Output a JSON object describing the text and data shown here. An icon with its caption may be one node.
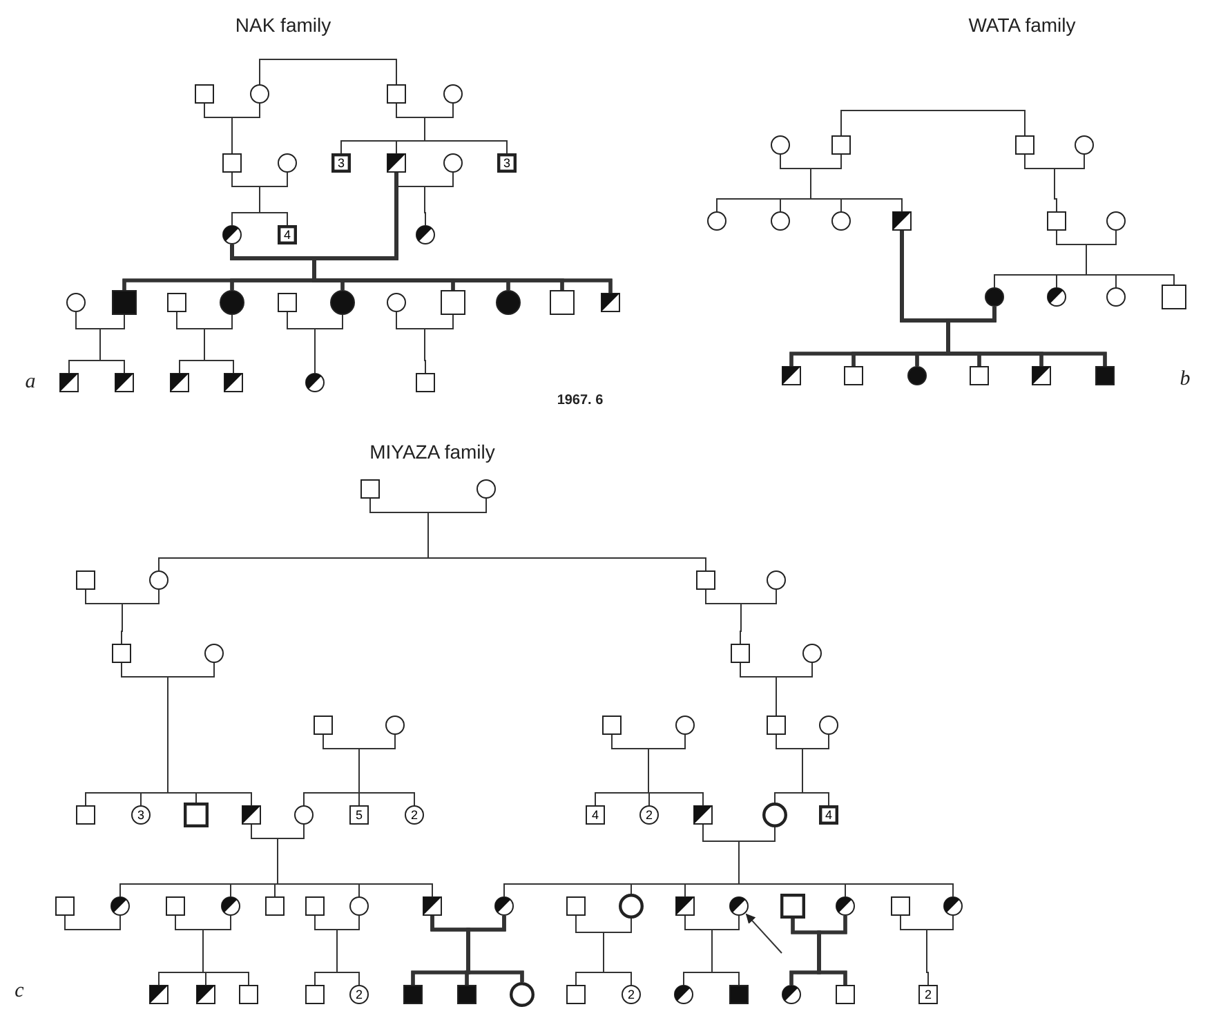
{
  "diagram": {
    "nodes": [
      {
        "text": [],
        "shape": "box"
      },
      {
        "text": [],
        "shape": "circle"
      },
      {
        "text": [],
        "shape": "box"
      },
      {
        "text": [],
        "shape": "circle"
      },
      {
        "text": [],
        "shape": "box"
      },
      {
        "text": [],
        "shape": "circle"
      },
      {
        "text": [
          "3"
        ]
      },
      {
        "text": [],
        "shape": "box"
      },
      {
        "text": [],
        "shape": "circle"
      },
      {
        "text": [
          "3"
        ]
      },
      {
        "text": [],
        "shape": "circle"
      },
      {
        "text": [
          "4"
        ]
      },
      {
        "text": [],
        "shape": "circle"
      },
      {
        "text": [],
        "shape": "circle"
      },
      {
        "text": [],
        "shape": "box"
      },
      {
        "text": [],
        "shape": "box"
      },
      {
        "text": [],
        "shape": "circle"
      },
      {
        "text": [],
        "shape": "box"
      },
      {
        "text": [],
        "shape": "circle"
      },
      {
        "text": [],
        "shape": "circle"
      },
      {
        "text": [],
        "shape": "box"
      },
      {
        "text": [],
        "shape": "circle"
      },
      {
        "text": [],
        "shape": "box"
      },
      {
        "text": [],
        "shape": "box"
      },
      {
        "text": [],
        "shape": "box"
      },
      {
        "text": [],
        "shape": "box"
      },
      {
        "text": [],
        "shape": "box"
      },
      {
        "text": [],
        "shape": "box"
      },
      {
        "text": [],
        "shape": "circle"
      },
      {
        "text": [],
        "shape": "box"
      },
      {
        "text": [],
        "shape": "circle"
      },
      {
        "text": [],
        "shape": "box"
      },
      {
        "text": [],
        "shape": "box"
      },
      {
        "text": [],
        "shape": "circle"
      },
      {
        "text": [],
        "shape": "circle"
      },
      {
        "text": [],
        "shape": "circle"
      },
      {
        "text": [],
        "shape": "circle"
      },
      {
        "text": [],
        "shape": "box"
      },
      {
        "text": [],
        "shape": "box"
      },
      {
        "text": [],
        "shape": "circle"
      },
      {
        "text": [],
        "shape": "circle"
      },
      {
        "text": [],
        "shape": "circle"
      },
      {
        "text": [],
        "shape": "circle"
      },
      {
        "text": [],
        "shape": "box"
      },
      {
        "text": [],
        "shape": "box"
      },
      {
        "text": [],
        "shape": "box"
      },
      {
        "text": [],
        "shape": "circle"
      },
      {
        "text": [],
        "shape": "box"
      },
      {
        "text": [],
        "shape": "box"
      },
      {
        "text": [],
        "shape": "box"
      },
      {
        "text": [],
        "shape": "box"
      },
      {
        "text": [],
        "shape": "circle"
      },
      {
        "text": [],
        "shape": "box"
      },
      {
        "text": [],
        "shape": "circle"
      },
      {
        "text": [],
        "shape": "box"
      },
      {
        "text": [],
        "shape": "circle"
      },
      {
        "text": [],
        "shape": "box"
      },
      {
        "text": [],
        "shape": "circle"
      },
      {
        "text": [],
        "shape": "box"
      },
      {
        "text": [],
        "shape": "circle"
      },
      {
        "text": [],
        "shape": "box"
      },
      {
        "text": [],
        "shape": "circle"
      },
      {
        "text": [],
        "shape": "box"
      },
      {
        "text": [],
        "shape": "circle"
      },
      {
        "text": [],
        "shape": "box"
      },
      {
        "text": [],
        "shape": "circle"
      },
      {
        "text": [],
        "shape": "box"
      },
      {
        "text": [
          "3"
        ]
      },
      {
        "text": [],
        "shape": "box"
      },
      {
        "text": [],
        "shape": "box"
      },
      {
        "text": [],
        "shape": "circle"
      },
      {
        "text": [
          "5"
        ]
      },
      {
        "text": [
          "2"
        ]
      },
      {
        "text": [
          "4"
        ]
      },
      {
        "text": [
          "2"
        ]
      },
      {
        "text": [],
        "shape": "box"
      },
      {
        "text": [],
        "shape": "circle"
      },
      {
        "text": [
          "4"
        ]
      },
      {
        "text": [],
        "shape": "box"
      },
      {
        "text": [],
        "shape": "circle"
      },
      {
        "text": [],
        "shape": "box"
      },
      {
        "text": [],
        "shape": "circle"
      },
      {
        "text": [],
        "shape": "box"
      },
      {
        "text": [],
        "shape": "box"
      },
      {
        "text": [],
        "shape": "circle"
      },
      {
        "text": [],
        "shape": "box"
      },
      {
        "text": [],
        "shape": "circle"
      },
      {
        "text": [],
        "shape": "box"
      },
      {
        "text": [],
        "shape": "circle"
      },
      {
        "text": [],
        "shape": "box"
      },
      {
        "text": [],
        "shape": "circle"
      },
      {
        "text": [],
        "shape": "box"
      },
      {
        "text": [],
        "shape": "circle"
      },
      {
        "text": [],
        "shape": "box"
      },
      {
        "text": [],
        "shape": "circle"
      },
      {
        "text": [],
        "shape": "box"
      },
      {
        "text": [],
        "shape": "box"
      },
      {
        "text": [],
        "shape": "box"
      },
      {
        "text": [],
        "shape": "box"
      },
      {
        "text": [
          "2"
        ]
      },
      {
        "text": [],
        "shape": "box"
      },
      {
        "text": [],
        "shape": "box"
      },
      {
        "text": [],
        "shape": "circle"
      },
      {
        "text": [],
        "shape": "box"
      },
      {
        "text": [
          "2"
        ]
      },
      {
        "text": [],
        "shape": "circle"
      },
      {
        "text": [],
        "shape": "box"
      },
      {
        "text": [],
        "shape": "circle"
      },
      {
        "text": [],
        "shape": "box"
      },
      {
        "text": [
          "2"
        ]
      }
    ],
    "edges": [
      {
        "from": 1,
        "to": 2,
        "arrow": "none"
      },
      {
        "from": 0,
        "to": 4,
        "arrow": "none"
      },
      {
        "from": 1,
        "to": 4,
        "arrow": "none"
      },
      {
        "from": 2,
        "to": 6,
        "arrow": "none"
      },
      {
        "from": 3,
        "to": 6,
        "arrow": "none"
      },
      {
        "from": 2,
        "to": 7,
        "arrow": "none"
      },
      {
        "from": 3,
        "to": 7,
        "arrow": "none"
      },
      {
        "from": 2,
        "to": 9,
        "arrow": "none"
      },
      {
        "from": 3,
        "to": 9,
        "arrow": "none"
      },
      {
        "from": 4,
        "to": 10,
        "arrow": "none"
      },
      {
        "from": 5,
        "to": 10,
        "arrow": "none"
      },
      {
        "from": 4,
        "to": 11,
        "arrow": "none"
      },
      {
        "from": 5,
        "to": 11,
        "arrow": "none"
      },
      {
        "from": 7,
        "to": 12,
        "arrow": "none"
      },
      {
        "from": 8,
        "to": 12,
        "arrow": "none"
      },
      {
        "from": 7,
        "to": 14,
        "arrow": "none",
        "style": "thick"
      },
      {
        "from": 10,
        "to": 14,
        "arrow": "none",
        "style": "thick"
      },
      {
        "from": 7,
        "to": 16,
        "arrow": "none",
        "style": "thick"
      },
      {
        "from": 10,
        "to": 16,
        "arrow": "none",
        "style": "thick"
      },
      {
        "from": 7,
        "to": 18,
        "arrow": "none",
        "style": "thick"
      },
      {
        "from": 10,
        "to": 18,
        "arrow": "none",
        "style": "thick"
      },
      {
        "from": 7,
        "to": 20,
        "arrow": "none",
        "style": "thick"
      },
      {
        "from": 10,
        "to": 20,
        "arrow": "none",
        "style": "thick"
      },
      {
        "from": 7,
        "to": 21,
        "arrow": "none",
        "style": "thick"
      },
      {
        "from": 10,
        "to": 21,
        "arrow": "none",
        "style": "thick"
      },
      {
        "from": 7,
        "to": 22,
        "arrow": "none",
        "style": "thick"
      },
      {
        "from": 10,
        "to": 22,
        "arrow": "none",
        "style": "thick"
      },
      {
        "from": 7,
        "to": 23,
        "arrow": "none",
        "style": "thick"
      },
      {
        "from": 10,
        "to": 23,
        "arrow": "none",
        "style": "thick"
      },
      {
        "from": 13,
        "to": 24,
        "arrow": "none"
      },
      {
        "from": 14,
        "to": 24,
        "arrow": "none"
      },
      {
        "from": 13,
        "to": 25,
        "arrow": "none"
      },
      {
        "from": 14,
        "to": 25,
        "arrow": "none"
      },
      {
        "from": 15,
        "to": 26,
        "arrow": "none"
      },
      {
        "from": 16,
        "to": 26,
        "arrow": "none"
      },
      {
        "from": 15,
        "to": 27,
        "arrow": "none"
      },
      {
        "from": 16,
        "to": 27,
        "arrow": "none"
      },
      {
        "from": 17,
        "to": 28,
        "arrow": "none"
      },
      {
        "from": 18,
        "to": 28,
        "arrow": "none"
      },
      {
        "from": 19,
        "to": 29,
        "arrow": "none"
      },
      {
        "from": 20,
        "to": 29,
        "arrow": "none"
      },
      {
        "from": 31,
        "to": 32,
        "arrow": "none"
      },
      {
        "from": 30,
        "to": 34,
        "arrow": "none"
      },
      {
        "from": 31,
        "to": 34,
        "arrow": "none"
      },
      {
        "from": 30,
        "to": 35,
        "arrow": "none"
      },
      {
        "from": 31,
        "to": 35,
        "arrow": "none"
      },
      {
        "from": 30,
        "to": 36,
        "arrow": "none"
      },
      {
        "from": 31,
        "to": 36,
        "arrow": "none"
      },
      {
        "from": 30,
        "to": 37,
        "arrow": "none"
      },
      {
        "from": 31,
        "to": 37,
        "arrow": "none"
      },
      {
        "from": 32,
        "to": 38,
        "arrow": "none"
      },
      {
        "from": 33,
        "to": 38,
        "arrow": "none"
      },
      {
        "from": 38,
        "to": 40,
        "arrow": "none"
      },
      {
        "from": 39,
        "to": 40,
        "arrow": "none"
      },
      {
        "from": 38,
        "to": 41,
        "arrow": "none"
      },
      {
        "from": 39,
        "to": 41,
        "arrow": "none"
      },
      {
        "from": 38,
        "to": 42,
        "arrow": "none"
      },
      {
        "from": 39,
        "to": 42,
        "arrow": "none"
      },
      {
        "from": 38,
        "to": 43,
        "arrow": "none"
      },
      {
        "from": 39,
        "to": 43,
        "arrow": "none"
      },
      {
        "from": 37,
        "to": 44,
        "arrow": "none",
        "style": "thick"
      },
      {
        "from": 40,
        "to": 44,
        "arrow": "none",
        "style": "thick"
      },
      {
        "from": 37,
        "to": 45,
        "arrow": "none",
        "style": "thick"
      },
      {
        "from": 40,
        "to": 45,
        "arrow": "none",
        "style": "thick"
      },
      {
        "from": 37,
        "to": 46,
        "arrow": "none",
        "style": "thick"
      },
      {
        "from": 40,
        "to": 46,
        "arrow": "none",
        "style": "thick"
      },
      {
        "from": 37,
        "to": 47,
        "arrow": "none",
        "style": "thick"
      },
      {
        "from": 40,
        "to": 47,
        "arrow": "none",
        "style": "thick"
      },
      {
        "from": 37,
        "to": 48,
        "arrow": "none",
        "style": "thick"
      },
      {
        "from": 40,
        "to": 48,
        "arrow": "none",
        "style": "thick"
      },
      {
        "from": 37,
        "to": 49,
        "arrow": "none",
        "style": "thick"
      },
      {
        "from": 40,
        "to": 49,
        "arrow": "none",
        "style": "thick"
      },
      {
        "from": 50,
        "to": 53,
        "arrow": "none"
      },
      {
        "from": 51,
        "to": 53,
        "arrow": "none"
      },
      {
        "from": 50,
        "to": 54,
        "arrow": "none"
      },
      {
        "from": 51,
        "to": 54,
        "arrow": "none"
      },
      {
        "from": 52,
        "to": 56,
        "arrow": "none"
      },
      {
        "from": 53,
        "to": 56,
        "arrow": "none"
      },
      {
        "from": 54,
        "to": 58,
        "arrow": "none"
      },
      {
        "from": 55,
        "to": 58,
        "arrow": "none"
      },
      {
        "from": 58,
        "to": 64,
        "arrow": "none"
      },
      {
        "from": 59,
        "to": 64,
        "arrow": "none"
      },
      {
        "from": 56,
        "to": 66,
        "arrow": "none"
      },
      {
        "from": 57,
        "to": 66,
        "arrow": "none"
      },
      {
        "from": 56,
        "to": 67,
        "arrow": "none"
      },
      {
        "from": 57,
        "to": 67,
        "arrow": "none"
      },
      {
        "from": 56,
        "to": 68,
        "arrow": "none"
      },
      {
        "from": 57,
        "to": 68,
        "arrow": "none"
      },
      {
        "from": 56,
        "to": 69,
        "arrow": "none"
      },
      {
        "from": 57,
        "to": 69,
        "arrow": "none"
      },
      {
        "from": 60,
        "to": 70,
        "arrow": "none"
      },
      {
        "from": 61,
        "to": 70,
        "arrow": "none"
      },
      {
        "from": 60,
        "to": 71,
        "arrow": "none"
      },
      {
        "from": 61,
        "to": 71,
        "arrow": "none"
      },
      {
        "from": 60,
        "to": 72,
        "arrow": "none"
      },
      {
        "from": 61,
        "to": 72,
        "arrow": "none"
      },
      {
        "from": 62,
        "to": 73,
        "arrow": "none"
      },
      {
        "from": 63,
        "to": 73,
        "arrow": "none"
      },
      {
        "from": 62,
        "to": 74,
        "arrow": "none"
      },
      {
        "from": 63,
        "to": 74,
        "arrow": "none"
      },
      {
        "from": 62,
        "to": 75,
        "arrow": "none"
      },
      {
        "from": 63,
        "to": 75,
        "arrow": "none"
      },
      {
        "from": 64,
        "to": 76,
        "arrow": "none"
      },
      {
        "from": 65,
        "to": 76,
        "arrow": "none"
      },
      {
        "from": 64,
        "to": 77,
        "arrow": "none"
      },
      {
        "from": 65,
        "to": 77,
        "arrow": "none"
      },
      {
        "from": 69,
        "to": 79,
        "arrow": "none"
      },
      {
        "from": 70,
        "to": 79,
        "arrow": "none"
      },
      {
        "from": 69,
        "to": 81,
        "arrow": "none"
      },
      {
        "from": 70,
        "to": 81,
        "arrow": "none"
      },
      {
        "from": 69,
        "to": 82,
        "arrow": "none"
      },
      {
        "from": 70,
        "to": 82,
        "arrow": "none"
      },
      {
        "from": 69,
        "to": 84,
        "arrow": "none"
      },
      {
        "from": 70,
        "to": 84,
        "arrow": "none"
      },
      {
        "from": 69,
        "to": 85,
        "arrow": "none"
      },
      {
        "from": 70,
        "to": 85,
        "arrow": "none"
      },
      {
        "from": 75,
        "to": 86,
        "arrow": "none"
      },
      {
        "from": 76,
        "to": 86,
        "arrow": "none"
      },
      {
        "from": 75,
        "to": 88,
        "arrow": "none"
      },
      {
        "from": 76,
        "to": 88,
        "arrow": "none"
      },
      {
        "from": 75,
        "to": 89,
        "arrow": "none"
      },
      {
        "from": 76,
        "to": 89,
        "arrow": "none"
      },
      {
        "from": 75,
        "to": 92,
        "arrow": "none"
      },
      {
        "from": 76,
        "to": 92,
        "arrow": "none"
      },
      {
        "from": 75,
        "to": 94,
        "arrow": "none"
      },
      {
        "from": 76,
        "to": 94,
        "arrow": "none"
      },
      {
        "from": 78,
        "to": 79,
        "arrow": "none"
      },
      {
        "from": 80,
        "to": 95,
        "arrow": "none"
      },
      {
        "from": 81,
        "to": 95,
        "arrow": "none"
      },
      {
        "from": 80,
        "to": 96,
        "arrow": "none"
      },
      {
        "from": 81,
        "to": 96,
        "arrow": "none"
      },
      {
        "from": 80,
        "to": 97,
        "arrow": "none"
      },
      {
        "from": 81,
        "to": 97,
        "arrow": "none"
      },
      {
        "from": 83,
        "to": 98,
        "arrow": "none"
      },
      {
        "from": 84,
        "to": 98,
        "arrow": "none"
      },
      {
        "from": 83,
        "to": 99,
        "arrow": "none"
      },
      {
        "from": 84,
        "to": 99,
        "arrow": "none"
      },
      {
        "from": 85,
        "to": 100,
        "arrow": "none",
        "style": "thick"
      },
      {
        "from": 86,
        "to": 100,
        "arrow": "none",
        "style": "thick"
      },
      {
        "from": 85,
        "to": 101,
        "arrow": "none",
        "style": "thick"
      },
      {
        "from": 86,
        "to": 101,
        "arrow": "none",
        "style": "thick"
      },
      {
        "from": 85,
        "to": 102,
        "arrow": "none",
        "style": "thick"
      },
      {
        "from": 86,
        "to": 102,
        "arrow": "none",
        "style": "thick"
      },
      {
        "from": 87,
        "to": 103,
        "arrow": "none"
      },
      {
        "from": 88,
        "to": 103,
        "arrow": "none"
      },
      {
        "from": 87,
        "to": 104,
        "arrow": "none"
      },
      {
        "from": 88,
        "to": 104,
        "arrow": "none"
      },
      {
        "from": 89,
        "to": 105,
        "arrow": "none"
      },
      {
        "from": 90,
        "to": 105,
        "arrow": "none"
      },
      {
        "from": 89,
        "to": 106,
        "arrow": "none"
      },
      {
        "from": 90,
        "to": 106,
        "arrow": "none"
      },
      {
        "from": 91,
        "to": 107,
        "arrow": "none",
        "style": "thick"
      },
      {
        "from": 92,
        "to": 107,
        "arrow": "none",
        "style": "thick"
      },
      {
        "from": 91,
        "to": 108,
        "arrow": "none",
        "style": "thick"
      },
      {
        "from": 92,
        "to": 108,
        "arrow": "none",
        "style": "thick"
      },
      {
        "from": 93,
        "to": 109,
        "arrow": "none"
      },
      {
        "from": 94,
        "to": 109,
        "arrow": "none"
      },
      {
        "from": null,
        "to": 90,
        "arrow": "to"
      }
    ],
    "labels": [
      "NAK family",
      "a",
      "1967. 6",
      "WATA family",
      "b",
      "MIYAZA family",
      "c"
    ]
  }
}
